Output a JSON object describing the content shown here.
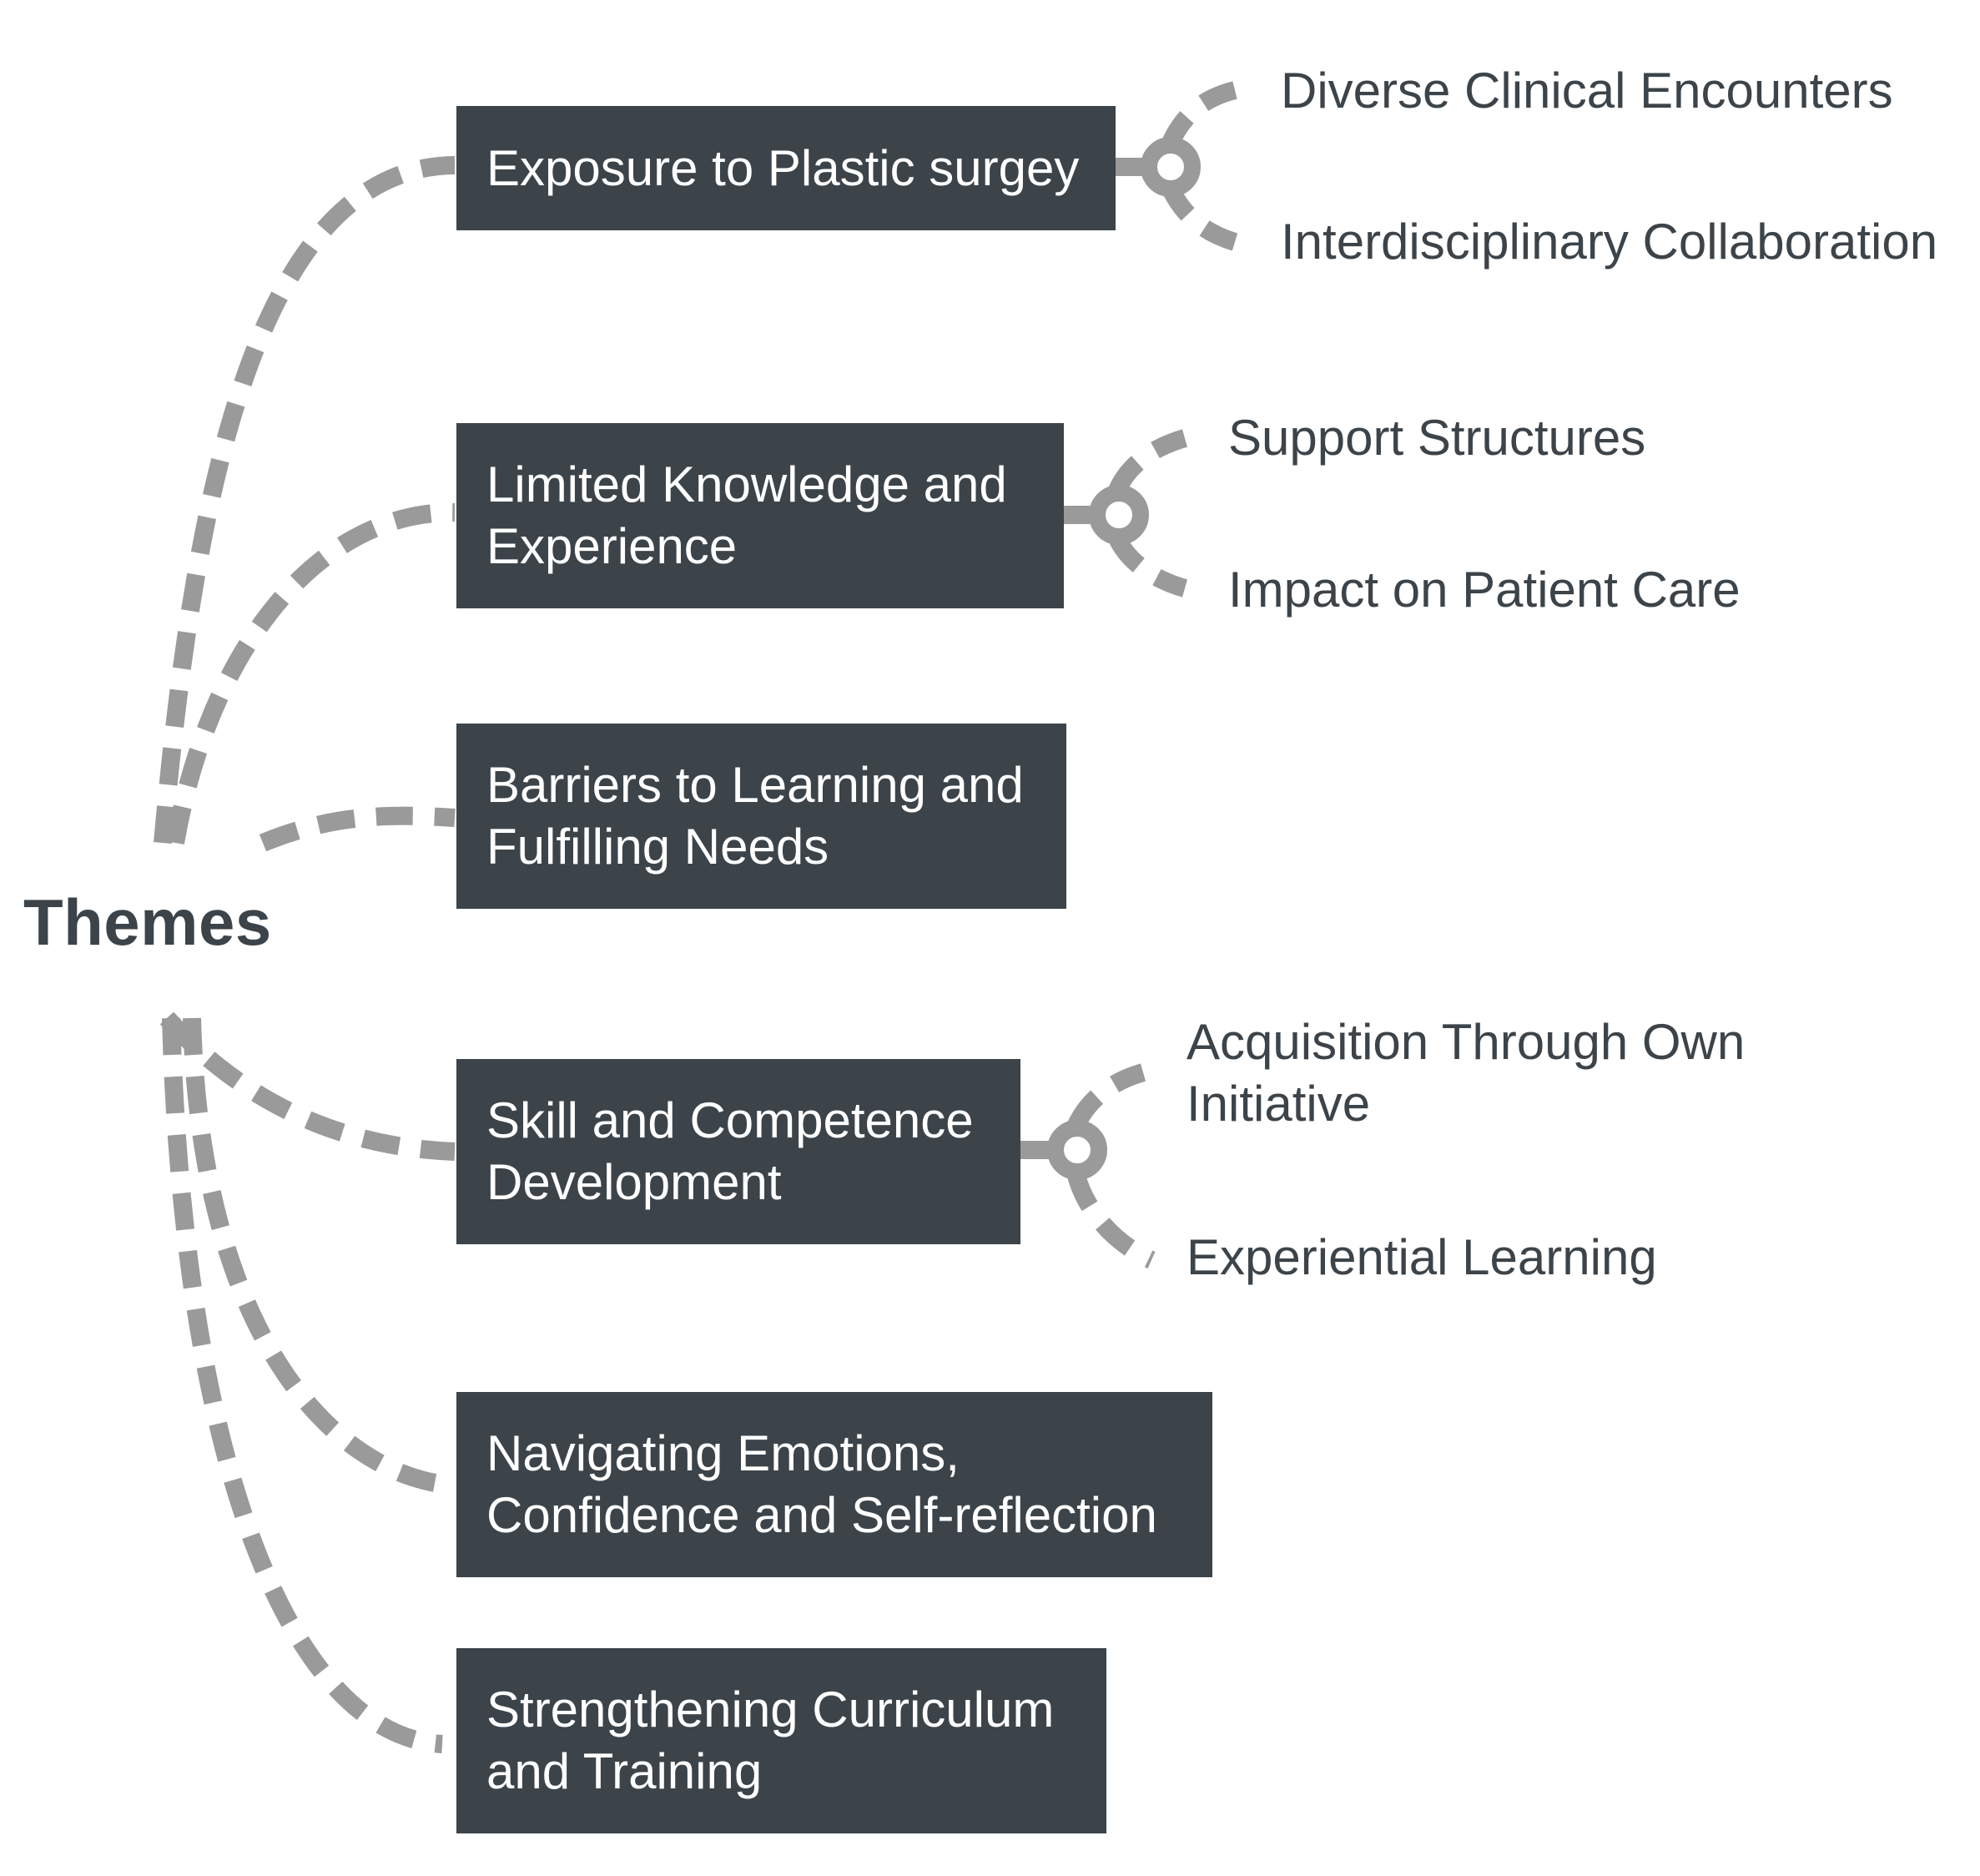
{
  "root": {
    "label": "Themes"
  },
  "themes": [
    {
      "label": "Exposure to Plastic surgey",
      "subthemes": [
        "Diverse Clinical Encounters",
        "Interdisciplinary Collaboration"
      ]
    },
    {
      "label": "Limited Knowledge and\nExperience",
      "subthemes": [
        "Support Structures",
        "Impact on Patient Care"
      ]
    },
    {
      "label": "Barriers to Learning and\nFulfilling Needs",
      "subthemes": []
    },
    {
      "label": "Skill and Competence\nDevelopment",
      "subthemes": [
        "Acquisition Through Own\nInitiative",
        "Experiential Learning"
      ]
    },
    {
      "label": "Navigating Emotions,\nConfidence and Self-reflection",
      "subthemes": []
    },
    {
      "label": "Strengthening Curriculum\nand Training",
      "subthemes": []
    }
  ],
  "colors": {
    "box_fill": "#3c444a",
    "box_text": "#ffffff",
    "text": "#3c444a",
    "connector": "#9a9a9a"
  }
}
